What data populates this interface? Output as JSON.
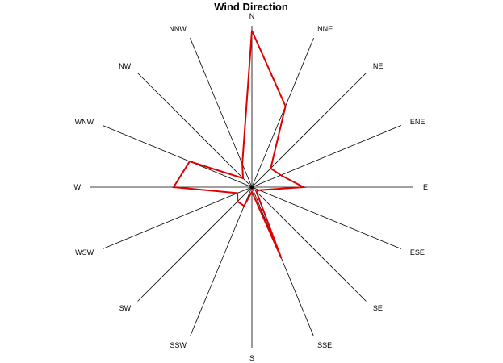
{
  "chart_data": {
    "type": "radar",
    "title": "Wind Direction",
    "categories": [
      "N",
      "NNE",
      "NE",
      "ENE",
      "E",
      "ESE",
      "SE",
      "SSE",
      "S",
      "SSW",
      "SW",
      "WSW",
      "W",
      "WNW",
      "NW",
      "NNW"
    ],
    "series": [
      {
        "values": [
          1.0,
          0.56,
          0.17,
          0.2,
          0.33,
          0.05,
          0.04,
          0.49,
          0.03,
          0.13,
          0.13,
          0.1,
          0.5,
          0.43,
          0.08,
          0.16
        ],
        "color": "#e00000"
      }
    ],
    "range": [
      0,
      1
    ],
    "grid": false,
    "legend": "none"
  }
}
